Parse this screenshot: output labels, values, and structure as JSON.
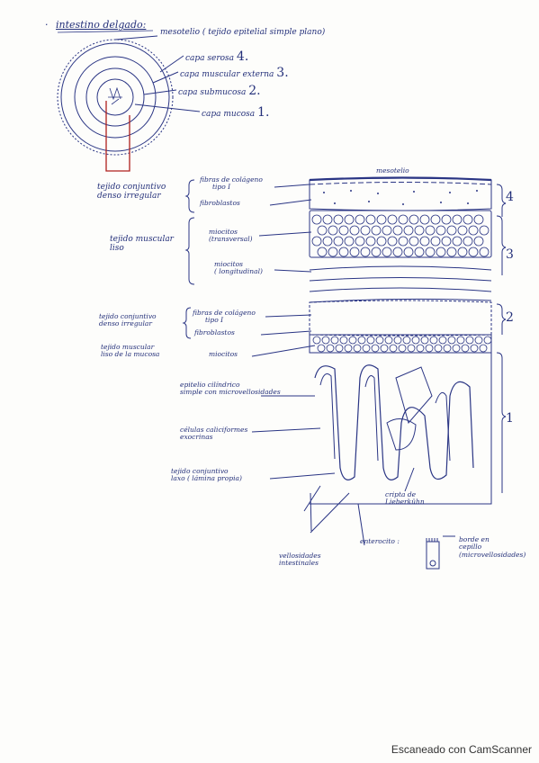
{
  "title": "intestino delgado:",
  "top_diagram": {
    "labels": [
      {
        "text": "mesotelio ( tejido epitelial simple plano)"
      },
      {
        "text": "capa serosa",
        "num": "4."
      },
      {
        "text": "capa muscular externa",
        "num": "3."
      },
      {
        "text": "capa submucosa",
        "num": "2."
      },
      {
        "text": "capa mucosa",
        "num": "1."
      }
    ]
  },
  "section": {
    "mesotelio": "mesotelio",
    "left_labels": {
      "serosa_tissue": [
        "tejido conjuntivo",
        "denso irregular"
      ],
      "muscular_tissue": [
        "tejido muscular",
        "liso"
      ],
      "submucosa_tissue": [
        "tejido conjuntivo",
        "denso irregular"
      ],
      "muscularis_mucosae": [
        "tejido muscular",
        "liso de la mucosa"
      ],
      "epithelium": [
        "epitelio cilíndrico",
        "simple con microvellosidades"
      ],
      "goblet": [
        "células caliciformes",
        "exocrinas"
      ],
      "lamina": [
        "tejido conjuntivo",
        "laxo ( lámina propia)"
      ]
    },
    "inner_labels": {
      "fibras1": [
        "fibras de colágeno",
        "tipo I"
      ],
      "fibroblastos1": "fibroblastos",
      "miocitos_t": [
        "miocitos",
        "(transversal)"
      ],
      "miocitos_l": [
        "miocitos",
        "( longitudinal)"
      ],
      "fibras2": [
        "fibras de colágeno",
        "tipo I"
      ],
      "fibroblastos2": "fibroblastos",
      "miocitos3": "miocitos"
    },
    "layer_numbers": [
      "4",
      "3",
      "2",
      "1"
    ],
    "bottom_labels": {
      "cripta": [
        "cripta de",
        "Lieberkühn"
      ],
      "vellosidades": [
        "vellosidades",
        "intestinales"
      ],
      "enterocito": "enterocito :",
      "borde": [
        "borde en",
        "cepillo",
        "(microvellosidades)"
      ]
    }
  },
  "footer": "Escaneado con CamScanner"
}
